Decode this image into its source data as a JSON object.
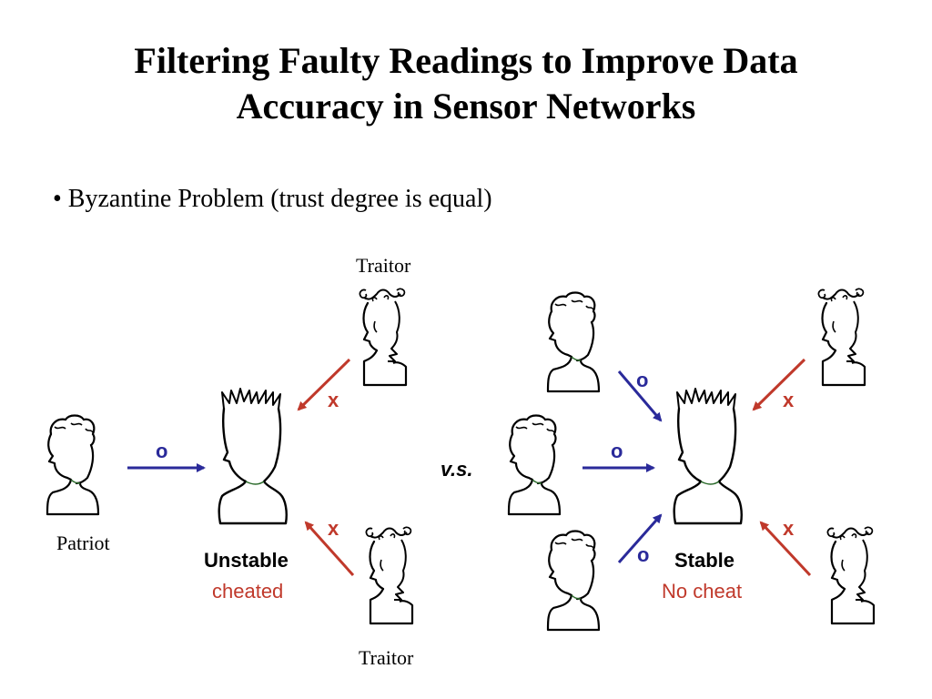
{
  "slide": {
    "title_line1": "Filtering Faulty Readings to Improve Data",
    "title_line2": "Accuracy in Sensor Networks",
    "bullet": "• Byzantine Problem (trust degree is equal)"
  },
  "left_scenario": {
    "traitor_top_label": "Traitor",
    "traitor_bottom_label": "Traitor",
    "patriot_label": "Patriot",
    "patriot_mark": "o",
    "traitor_top_mark": "x",
    "traitor_bottom_mark": "x",
    "state": "Unstable",
    "result": "cheated"
  },
  "versus": "v.s.",
  "right_scenario": {
    "mark_top": "o",
    "mark_middle": "o",
    "mark_bottom": "o",
    "traitor_top_mark": "x",
    "traitor_bottom_mark": "x",
    "state": "Stable",
    "result": "No cheat"
  },
  "colors": {
    "patriot_arrow": "#2a2a9a",
    "traitor_arrow": "#c0392b",
    "result_text": "#c0392b"
  },
  "icons": [
    "patriot-figure",
    "traitor-jester-figure",
    "receiver-spiky-hair-figure"
  ]
}
